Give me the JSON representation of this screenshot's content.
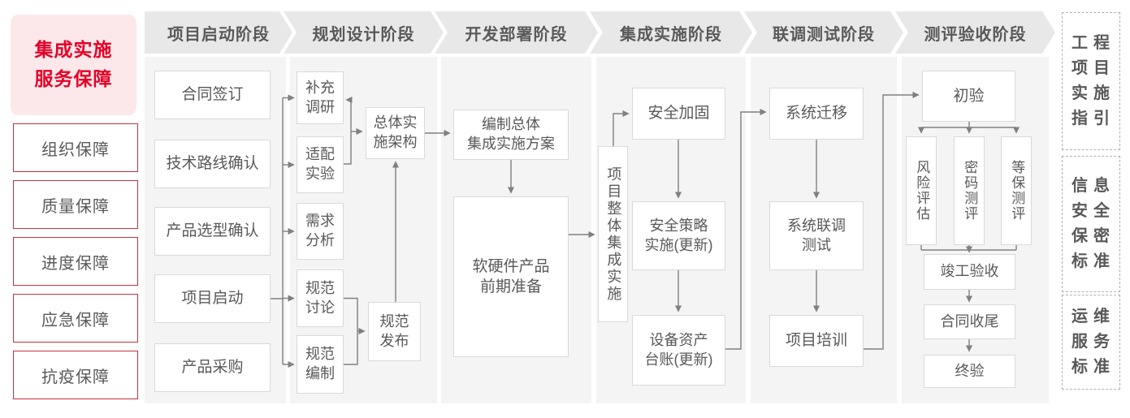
{
  "sidebar": {
    "title": "集成实施\n服务保障",
    "items": [
      "组织保障",
      "质量保障",
      "进度保障",
      "应急保障",
      "抗疫保障"
    ]
  },
  "phases": [
    "项目启动阶段",
    "规划设计阶段",
    "开发部署阶段",
    "集成实施阶段",
    "联调测试阶段",
    "测评验收阶段"
  ],
  "flow": {
    "startup": [
      "合同签订",
      "技术路线确认",
      "产品选型确认",
      "项目启动",
      "产品采购"
    ],
    "planning": {
      "tasks": [
        "补充\n调研",
        "适配\n实验",
        "需求\n分析",
        "规范\n讨论",
        "规范\n编制"
      ],
      "architecture": "总体实\n施架构",
      "publish": "规范\n发布"
    },
    "development": {
      "plan": "编制总体\n集成实施方案",
      "prepare": "软硬件产品\n前期准备"
    },
    "integration": {
      "overall": "项目整体集成实施",
      "hardening": "安全加固",
      "policy": "安全策略\n实施(更新)",
      "assets": "设备资产\n台账(更新)"
    },
    "testing": {
      "migration": "系统迁移",
      "joint_test": "系统联调\n测试",
      "training": "项目培训"
    },
    "acceptance": {
      "initial": "初验",
      "risk": "风险评估",
      "crypto": "密码测评",
      "mlps": "等保测评",
      "completion": "竣工验收",
      "closing": "合同收尾",
      "final": "终验"
    }
  },
  "standards": [
    "工程\n项目\n实施\n指引",
    "信息\n安全\n保密\n标准",
    "运维\n服务\n标准"
  ],
  "colors": {
    "accent_red": "#e60027",
    "red_border": "#c5303e",
    "pink_bg": "#fce8ea",
    "header_gray": "#e8e8e8",
    "column_gray": "#f4f4f4",
    "text_gray": "#595959",
    "box_border": "#d9d9d9",
    "line_gray": "#808080",
    "dashed_border": "#b0b0b0"
  }
}
